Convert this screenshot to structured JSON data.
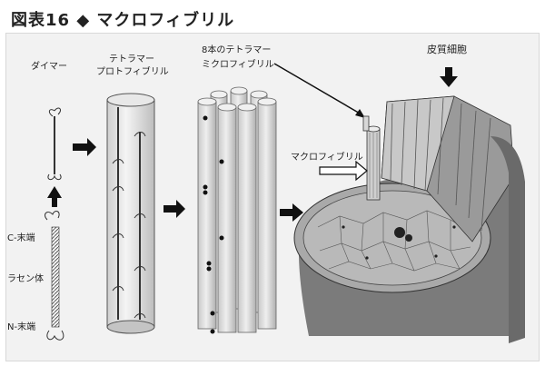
{
  "figure": {
    "title": "図表16 ◆ マクロフィブリル"
  },
  "labels": {
    "dimer": "ダイマー",
    "tetramer_protofibril_line1": "テトラマー",
    "tetramer_protofibril_line2": "プロトフィブリル",
    "eight_tetramer_line1": "8本のテトラマー",
    "eight_tetramer_line2": "ミクロフィブリル",
    "cortex_cell": "皮質細胞",
    "macrofibril": "マクロフィブリル",
    "c_terminal": "C-末端",
    "helix_body": "ラセン体",
    "n_terminal": "N-末端"
  }
}
